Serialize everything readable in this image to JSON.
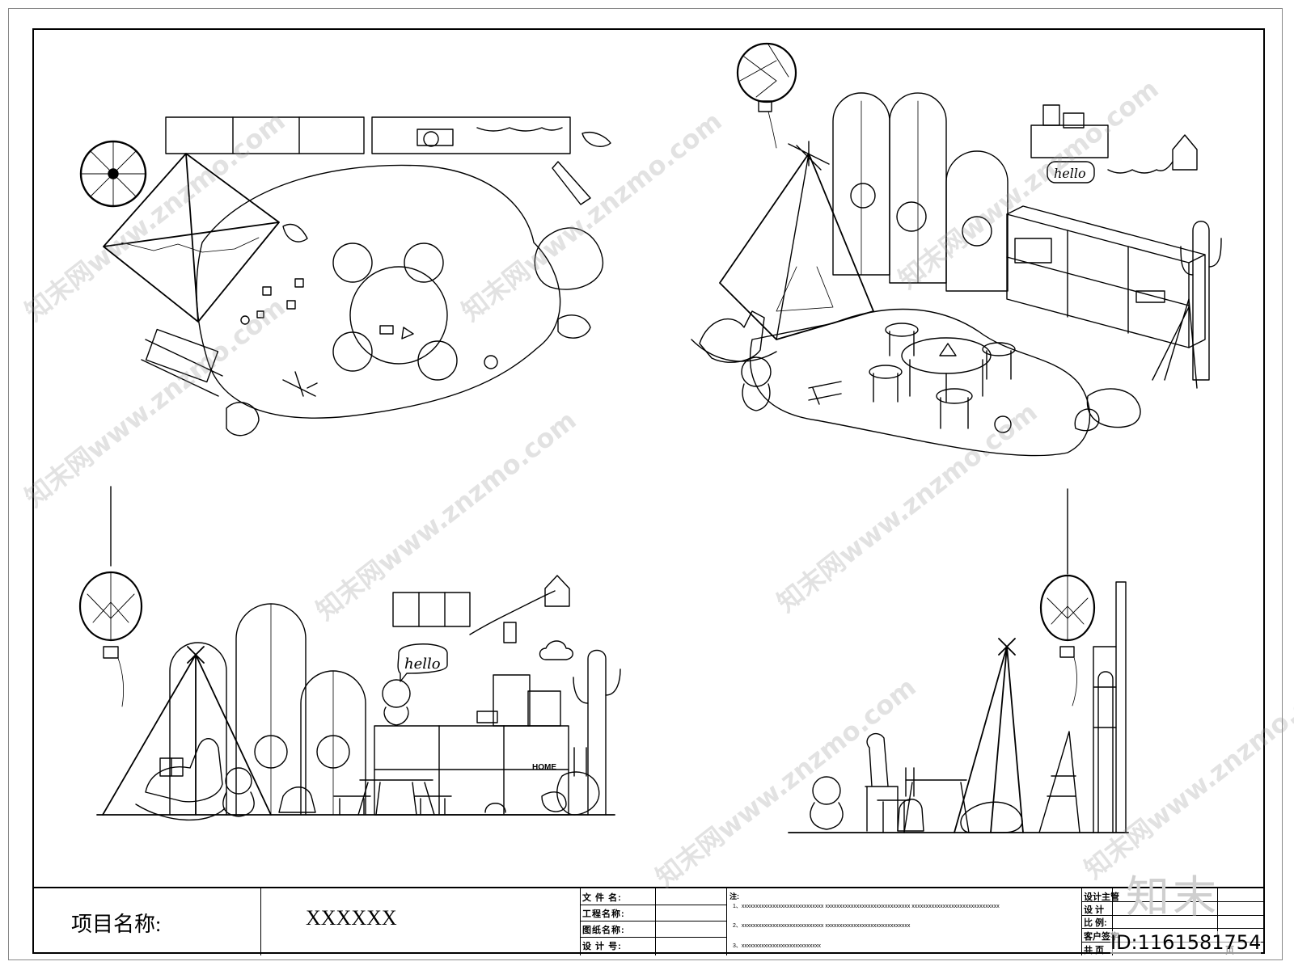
{
  "title_block": {
    "project_label": "项目名称:",
    "project_value": "XXXXXX",
    "fields": [
      "文 件 名:",
      "工程名称:",
      "图纸名称:",
      "设 计 号:"
    ],
    "note_title": "注:",
    "notes": [
      "1、xxxxxxxxxxxxxxxxxxxxxxxxxxxxx     xxxxxxxxxxxxxxxxxxxxxxxxxxxxxx     xxxxxxxxxxxxxxxxxxxxxxxxxxxxxxx",
      "2、xxxxxxxxxxxxxxxxxxxxxxxxxxxxx     xxxxxxxxxxxxxxxxxxxxxxxxxxxxxx",
      "3、xxxxxxxxxxxxxxxxxxxxxxxxxxxx"
    ],
    "right_fields": [
      "设计主管",
      "设    计",
      "比    例:",
      "客户签字",
      "共         页"
    ],
    "sheet_suffix": "页"
  },
  "drawing": {
    "sign_text": "hello",
    "home_text": "HOME"
  },
  "watermark": {
    "text": "知末网www.znzmo.com",
    "logo": "知末",
    "id": "ID:1161581754"
  }
}
